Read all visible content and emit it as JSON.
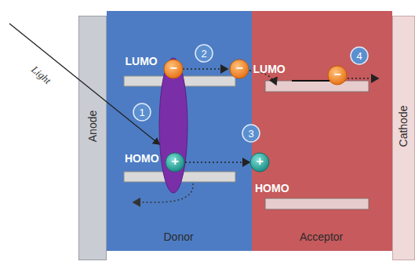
{
  "diagram": {
    "nodes": [
      {
        "text": [
          "Anode"
        ]
      },
      {
        "text": [
          "Donor"
        ]
      },
      {
        "text": [
          "Acceptor"
        ]
      },
      {
        "text": [
          "Cathode"
        ]
      }
    ],
    "labels": [
      "Light",
      "LUMO",
      "HOMO",
      "LUMO",
      "HOMO",
      "1",
      "2",
      "3",
      "4",
      "−",
      "−",
      "−",
      "+",
      "+"
    ]
  }
}
